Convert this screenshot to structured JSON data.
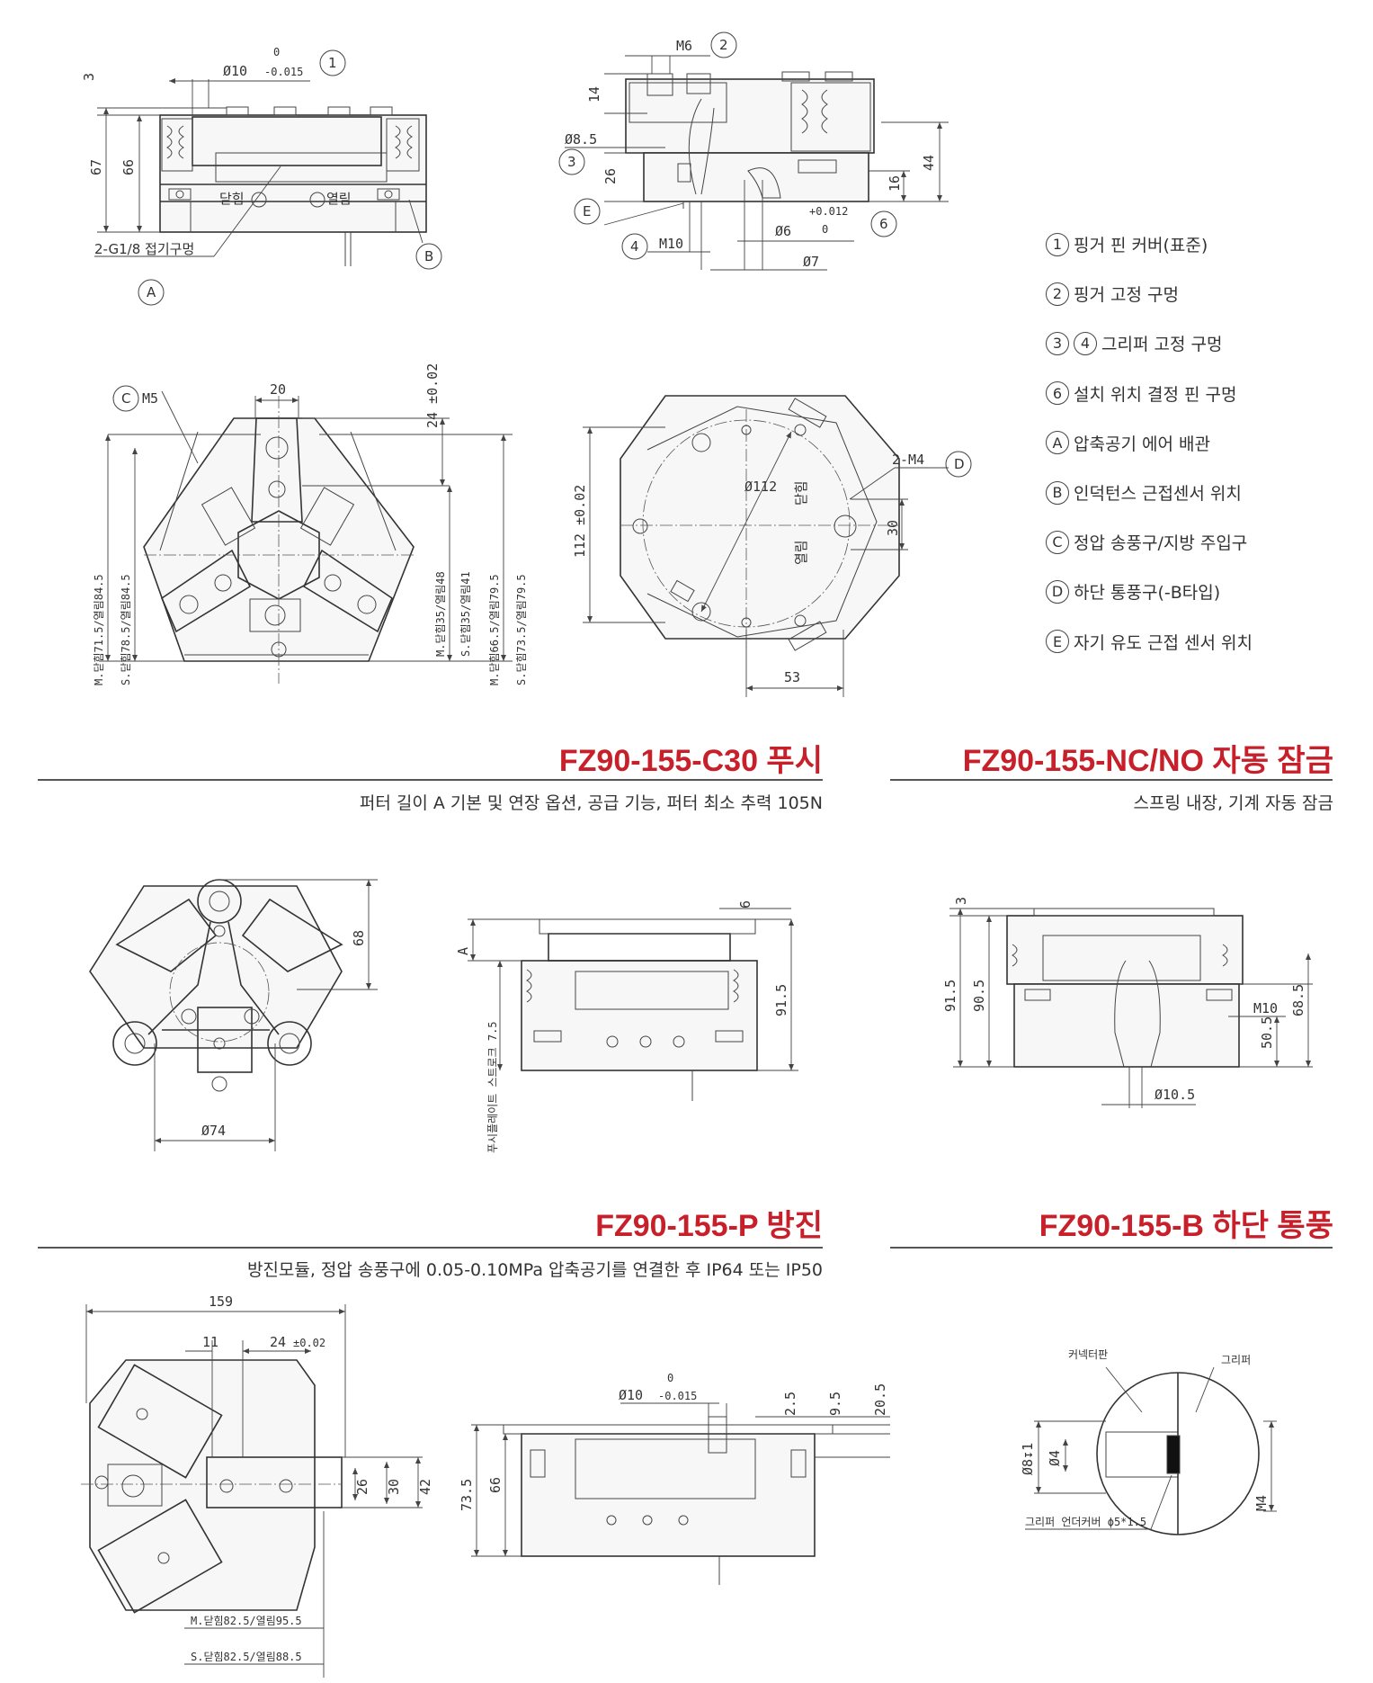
{
  "legend": [
    {
      "marks": [
        "1"
      ],
      "text": "핑거 핀 커버(표준)"
    },
    {
      "marks": [
        "2"
      ],
      "text": "핑거 고정 구멍"
    },
    {
      "marks": [
        "3",
        "4"
      ],
      "text": "그리퍼 고정 구멍"
    },
    {
      "marks": [
        "6"
      ],
      "text": "설치 위치 결정 핀 구멍"
    },
    {
      "marks": [
        "A"
      ],
      "text": "압축공기 에어 배관"
    },
    {
      "marks": [
        "B"
      ],
      "text": "인덕턴스 근접센서 위치"
    },
    {
      "marks": [
        "C"
      ],
      "text": "정압 송풍구/지방 주입구"
    },
    {
      "marks": [
        "D"
      ],
      "text": "하단 통풍구(-B타입)"
    },
    {
      "marks": [
        "E"
      ],
      "text": "자기 유도 근접 센서 위치"
    }
  ],
  "sections": {
    "c30": {
      "title": "FZ90-155-C30 푸시",
      "subtitle": "퍼터 길이 A 기본 및 연장 옵션, 공급 기능, 퍼터 최소 추력 105N"
    },
    "nc": {
      "title": "FZ90-155-NC/NO 자동 잠금",
      "subtitle": "스프링 내장, 기계 자동 잠금"
    },
    "p": {
      "title": "FZ90-155-P 방진",
      "subtitle": "방진모듈, 정압 송풍구에 0.05-0.10MPa 압축공기를 연결한 후 IP64 또는 IP50"
    },
    "b": {
      "title": "FZ90-155-B 하단 통풍",
      "subtitle": ""
    }
  },
  "callouts": {
    "one": "1",
    "two": "2",
    "three": "3",
    "four": "4",
    "six": "6",
    "a": "A",
    "b": "B",
    "c": "C",
    "d": "D",
    "e": "E"
  },
  "d1": {
    "d10": "Ø10",
    "tol_up": "0",
    "tol_dn": "-0.015",
    "h3": "3",
    "h67": "67",
    "h66": "66",
    "close": "닫힘",
    "open": "열림",
    "port": "2-G1/8 접기구멍"
  },
  "d2": {
    "m6": "M6",
    "h14": "14",
    "d85": "Ø8.5",
    "h26": "26",
    "h44": "44",
    "h16": "16",
    "m10": "M10",
    "d6": "Ø6",
    "t6u": "+0.012",
    "t6d": "0",
    "d7": "Ø7"
  },
  "d3": {
    "m5": "M5",
    "w20": "20",
    "h24": "24 ±0.02",
    "v1": "M.닫힘71.5/열림84.5",
    "v2": "S.닫힘78.5/열림84.5",
    "v3": "M.닫힘35/열림48",
    "v4": "S.닫힘35/열림41",
    "v5": "M.닫힘66.5/열림79.5",
    "v6": "S.닫힘73.5/열림79.5"
  },
  "d4": {
    "h112": "112 ±0.02",
    "d112": "Ø112",
    "m4": "2-M4",
    "close": "닫힘",
    "open": "열림",
    "h30": "30",
    "w53": "53"
  },
  "d5": {
    "h68": "68",
    "d74": "Ø74"
  },
  "d6": {
    "h6": "6",
    "a": "A",
    "stroke": "푸시플레이트 스트로크 7.5",
    "h915": "91.5"
  },
  "d7": {
    "h3": "3",
    "h915": "91.5",
    "h905": "90.5",
    "m10": "M10",
    "h505": "50.5",
    "h685": "68.5",
    "d105": "Ø10.5"
  },
  "d8": {
    "w159": "159",
    "w11": "11",
    "w24": "24",
    "tol": "±0.02",
    "h26": "26",
    "h30": "30",
    "h42": "42",
    "v1": "M.닫힘82.5/열림95.5",
    "v2": "S.닫힘82.5/열림88.5"
  },
  "d9": {
    "d10": "Ø10",
    "tu": "0",
    "td": "-0.015",
    "h25": "2.5",
    "h95": "9.5",
    "h205": "20.5",
    "h735": "73.5",
    "h66": "66"
  },
  "d10": {
    "label1": "커넥터판",
    "label2": "그리퍼",
    "d8": "Ø8↧1",
    "d4": "Ø4",
    "m4": "M4",
    "ring": "그리퍼 언더커버 ϕ5*1.5"
  }
}
